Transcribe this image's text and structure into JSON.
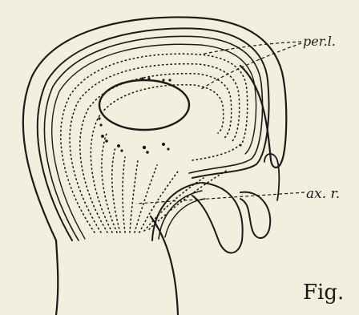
{
  "labels": {
    "per_l": "per.l.",
    "ax_r": "ax. r."
  },
  "caption": "Fig.",
  "colors": {
    "paper": "#f2efdf",
    "ink": "#1a1a1a"
  }
}
